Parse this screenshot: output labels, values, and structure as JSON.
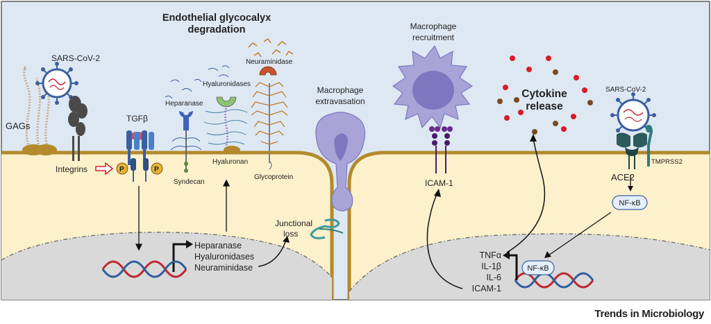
{
  "title_line1": "Endothelial glycocalyx",
  "title_line2": "degradation",
  "labels": {
    "sars_cov2_left": "SARS-CoV-2",
    "gags": "GAGs",
    "integrins": "Integrins",
    "tgfb": "TGFβ",
    "p": "P",
    "heparanase": "Heparanase",
    "hyaluronidases": "Hyaluronidases",
    "neuraminidase": "Neuraminidase",
    "syndecan": "Syndecan",
    "hyaluronan": "Hyaluronan",
    "glycoprotein": "Glycoprotein",
    "macrophage_extravasation_1": "Macrophage",
    "macrophage_extravasation_2": "extravasation",
    "macrophage_recruitment_1": "Macrophage",
    "macrophage_recruitment_2": "recruitment",
    "cytokine_1": "Cytokine",
    "cytokine_2": "release",
    "sars_cov2_right": "SARS-CoV-2",
    "tmprss2": "TMPRSS2",
    "ace2": "ACE2",
    "nfkb_cyto": "NF-κB",
    "nfkb_nuc": "NF-κB",
    "icam1": "ICAM-1",
    "junctional_1": "Junctional",
    "junctional_2": "loss"
  },
  "gene_list": [
    "Heparanase",
    "Hyaluronidases",
    "Neuraminidase"
  ],
  "cytokine_list": [
    "TNFα",
    "IL-1β",
    "IL-6",
    "ICAM-1"
  ],
  "footer": "Trends in Microbiology",
  "colors": {
    "lumen": "#dde8f3",
    "cell": "#fcf1cb",
    "membrane": "#b38a2c",
    "nucleus": "#d9d9d9",
    "macrophage": "#a9a4d8",
    "macrophage_dark": "#7d77bf",
    "virus": "#3b5f9f",
    "dna_red": "#c0272d",
    "dna_blue": "#2f5e9f",
    "cytokine_red": "#d91c25",
    "cytokine_brown": "#7a4a1c"
  }
}
